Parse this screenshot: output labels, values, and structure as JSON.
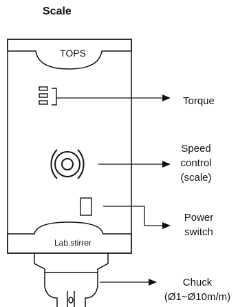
{
  "header": {
    "title": "Scale"
  },
  "device": {
    "brand": "TOPS",
    "model": "Lab.stirrer"
  },
  "callouts": {
    "torque": "Torque",
    "speed": [
      "Speed",
      "control",
      "(scale)"
    ],
    "power": [
      "Power",
      "switch"
    ],
    "chuck": [
      "Chuck",
      "(Ø1~Ø10m/m)"
    ]
  }
}
